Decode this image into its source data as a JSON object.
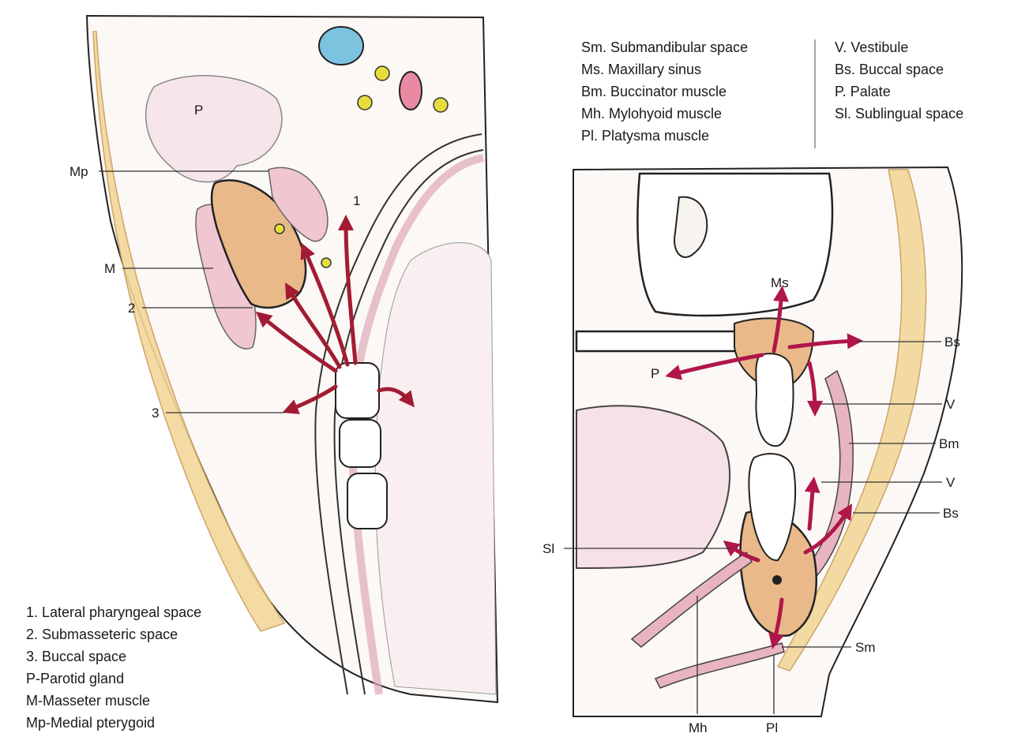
{
  "figure": {
    "left_panel": {
      "labels": {
        "P": "P",
        "Mp": "Mp",
        "M": "M",
        "n1": "1",
        "n2": "2",
        "n3": "3"
      },
      "legend": [
        "1. Lateral pharyngeal space",
        "2. Submasseteric space",
        "3. Buccal space",
        "P-Parotid gland",
        "M-Masseter muscle",
        "Mp-Medial pterygoid"
      ]
    },
    "right_panel": {
      "legend_left": [
        "Sm. Submandibular space",
        "Ms. Maxillary sinus",
        "Bm. Buccinator muscle",
        "Mh. Mylohyoid muscle",
        "Pl. Platysma muscle"
      ],
      "legend_right": [
        "V. Vestibule",
        "Bs. Buccal space",
        "P. Palate",
        "Sl. Sublingual space"
      ],
      "labels": {
        "Ms": "Ms",
        "P": "P",
        "Bs_upper": "Bs",
        "V_upper": "V",
        "Bm": "Bm",
        "V_lower": "V",
        "Bs_lower": "Bs",
        "Sl": "Sl",
        "Sm": "Sm",
        "Mh": "Mh",
        "Pl": "Pl"
      }
    },
    "colors": {
      "arrow_left": "#a31b33",
      "arrow_right": "#b0164a",
      "muscle_pink": "#e8b4c0",
      "fat_yellow": "#f3d79a",
      "tooth_white": "#ffffff",
      "infection_tan": "#e9b98a"
    }
  }
}
